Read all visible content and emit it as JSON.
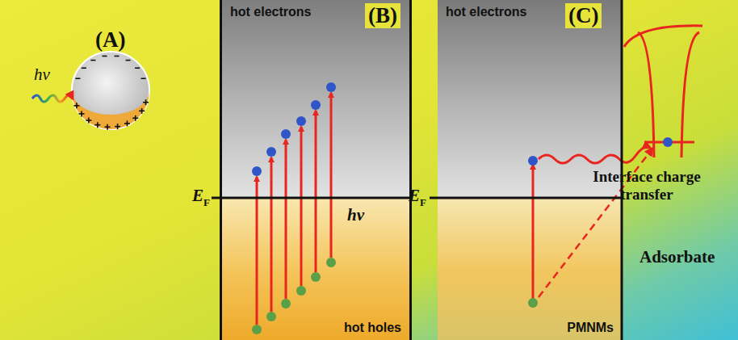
{
  "diagram": {
    "nodes": [
      {
        "text": [
          "hot electrons",
          "hot holes"
        ]
      },
      {
        "text": [
          "hot electrons",
          "PMNMs"
        ]
      }
    ],
    "labels": [
      "(A)",
      "hν",
      "(B)",
      "E",
      "F",
      "hν",
      "(C)",
      "E",
      "F",
      "Interface charge transfer",
      "Adsorbate"
    ]
  }
}
